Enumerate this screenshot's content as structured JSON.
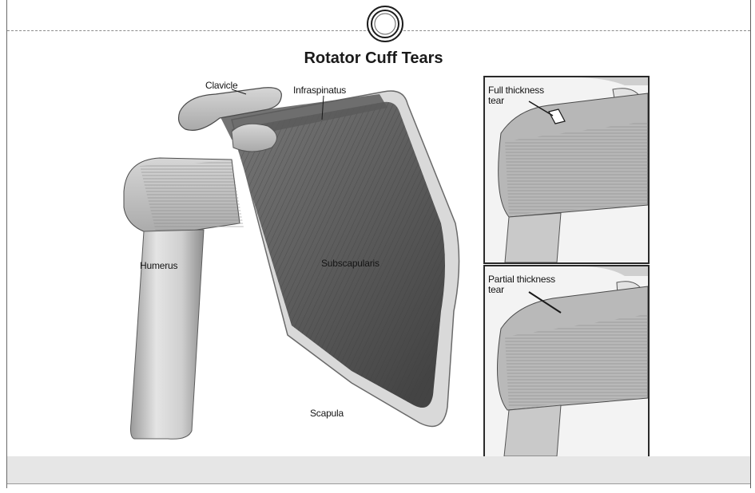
{
  "title": "Rotator Cuff Tears",
  "labels": {
    "clavicle": "Clavicle",
    "infraspinatus": "Infraspinatus",
    "humerus": "Humerus",
    "subscapularis": "Subscapularis",
    "scapula": "Scapula"
  },
  "insets": [
    {
      "label_line1": "Full thickness",
      "label_line2": "tear"
    },
    {
      "label_line1": "Partial thickness",
      "label_line2": "tear"
    }
  ],
  "icons": [
    "target-icon"
  ]
}
